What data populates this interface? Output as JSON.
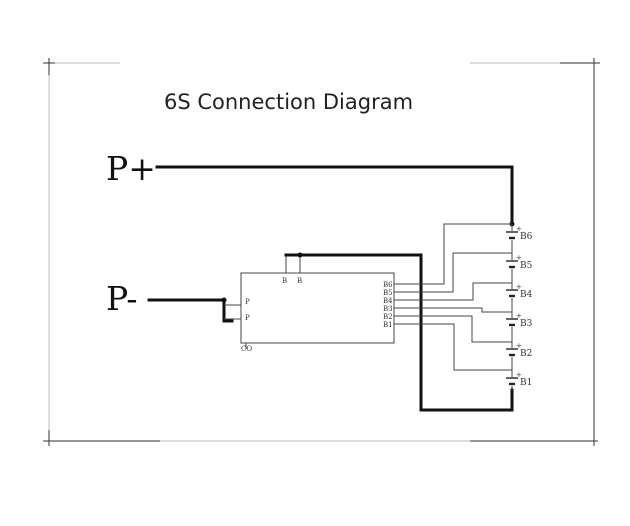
{
  "title": "6S Connection Diagram",
  "terminals": {
    "positive": "P+",
    "negative": "P-"
  },
  "board": {
    "sense_pins": [
      "B6",
      "B5",
      "B4",
      "B3",
      "B2",
      "B1"
    ],
    "left_pins": [
      "P",
      "P"
    ],
    "top_pins": [
      "B",
      "B"
    ],
    "bottom_pin": "CO"
  },
  "cells": [
    "B6",
    "B5",
    "B4",
    "B3",
    "B2",
    "B1"
  ],
  "cell_polarity": "+"
}
